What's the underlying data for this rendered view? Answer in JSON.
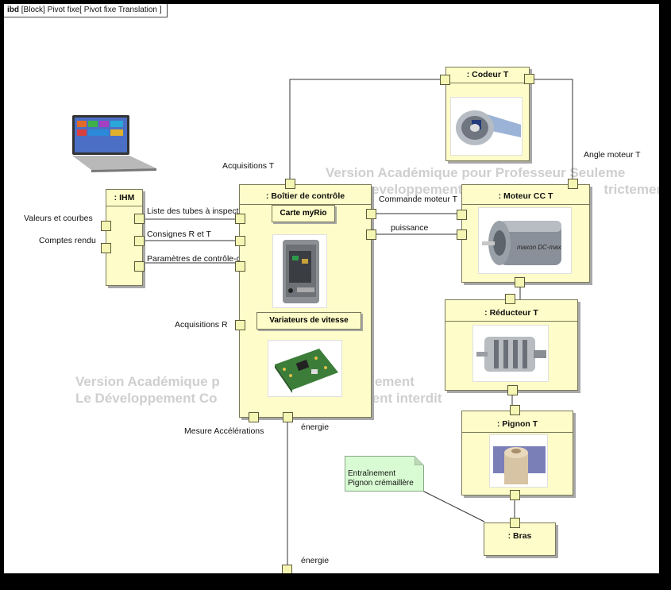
{
  "frame": {
    "kind": "ibd",
    "title": "[Block] Pivot fixe[ Pivot fixe Translation ]"
  },
  "watermark": {
    "line1_top": "Version Académique pour Professeur Seuleme",
    "line2_top": "eveloppement",
    "line2_top_right": "trictement",
    "line1_mid_a": "Version Académique p",
    "line1_mid_b": "ulement",
    "line2_mid_a": "Le Développement Co",
    "line2_mid_b": "ment interdit"
  },
  "blocks": {
    "ihm": ": IHM",
    "boitier": ": Boîtier de contrôle",
    "carte": "Carte myRio",
    "variateurs": "Variateurs de vitesse",
    "codeur": ": Codeur T",
    "moteur": ": Moteur CC T",
    "reducteur": ": Réducteur T",
    "pignon": ": Pignon T",
    "bras": ": Bras"
  },
  "labels": {
    "valeurs": "Valeurs et courbes",
    "comptes": "Comptes rendu",
    "liste": "Liste des tubes à inspecter",
    "consignes": "Consignes R et T",
    "parametres": "Paramètres de contrôle-commande",
    "acq_t": "Acquisitions T",
    "acq_r": "Acquisitions R",
    "mesure": "Mesure Accélérations",
    "energie1": "énergie",
    "energie2": "énergie",
    "commande": "Commande moteur T",
    "puissance": "puissance",
    "angle": "Angle moteur T"
  },
  "note": {
    "line1": "Entraînement",
    "line2": "Pignon crémaillère"
  },
  "images": {
    "laptop": "laptop-image",
    "codeur": "encoder-image",
    "moteur": "dc-motor-image",
    "moteur_brand": "maxon DC-max",
    "carte": "myrio-board-image",
    "variateurs": "motor-driver-board-image",
    "reducteur": "gearbox-image",
    "pignon": "pinion-image"
  },
  "colors": {
    "block_fill": "#fefcc8",
    "port_fill": "#f6f6b4",
    "note_fill": "#d9fbd3",
    "watermark": "#cfcfcf",
    "background": "#000000"
  }
}
